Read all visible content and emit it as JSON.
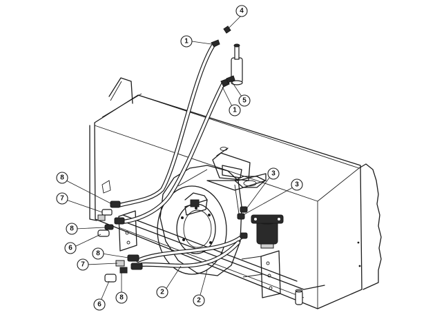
{
  "callouts": [
    {
      "id": "c1a",
      "label": "1"
    },
    {
      "id": "c1b",
      "label": "1"
    },
    {
      "id": "c2a",
      "label": "2"
    },
    {
      "id": "c2b",
      "label": "2"
    },
    {
      "id": "c3a",
      "label": "3"
    },
    {
      "id": "c3b",
      "label": "3"
    },
    {
      "id": "c4",
      "label": "4"
    },
    {
      "id": "c5",
      "label": "5"
    },
    {
      "id": "c6a",
      "label": "6"
    },
    {
      "id": "c6b",
      "label": "6"
    },
    {
      "id": "c7a",
      "label": "7"
    },
    {
      "id": "c7b",
      "label": "7"
    },
    {
      "id": "c8a",
      "label": "8"
    },
    {
      "id": "c8b",
      "label": "8"
    },
    {
      "id": "c8c",
      "label": "8"
    },
    {
      "id": "c8d",
      "label": "8"
    }
  ]
}
